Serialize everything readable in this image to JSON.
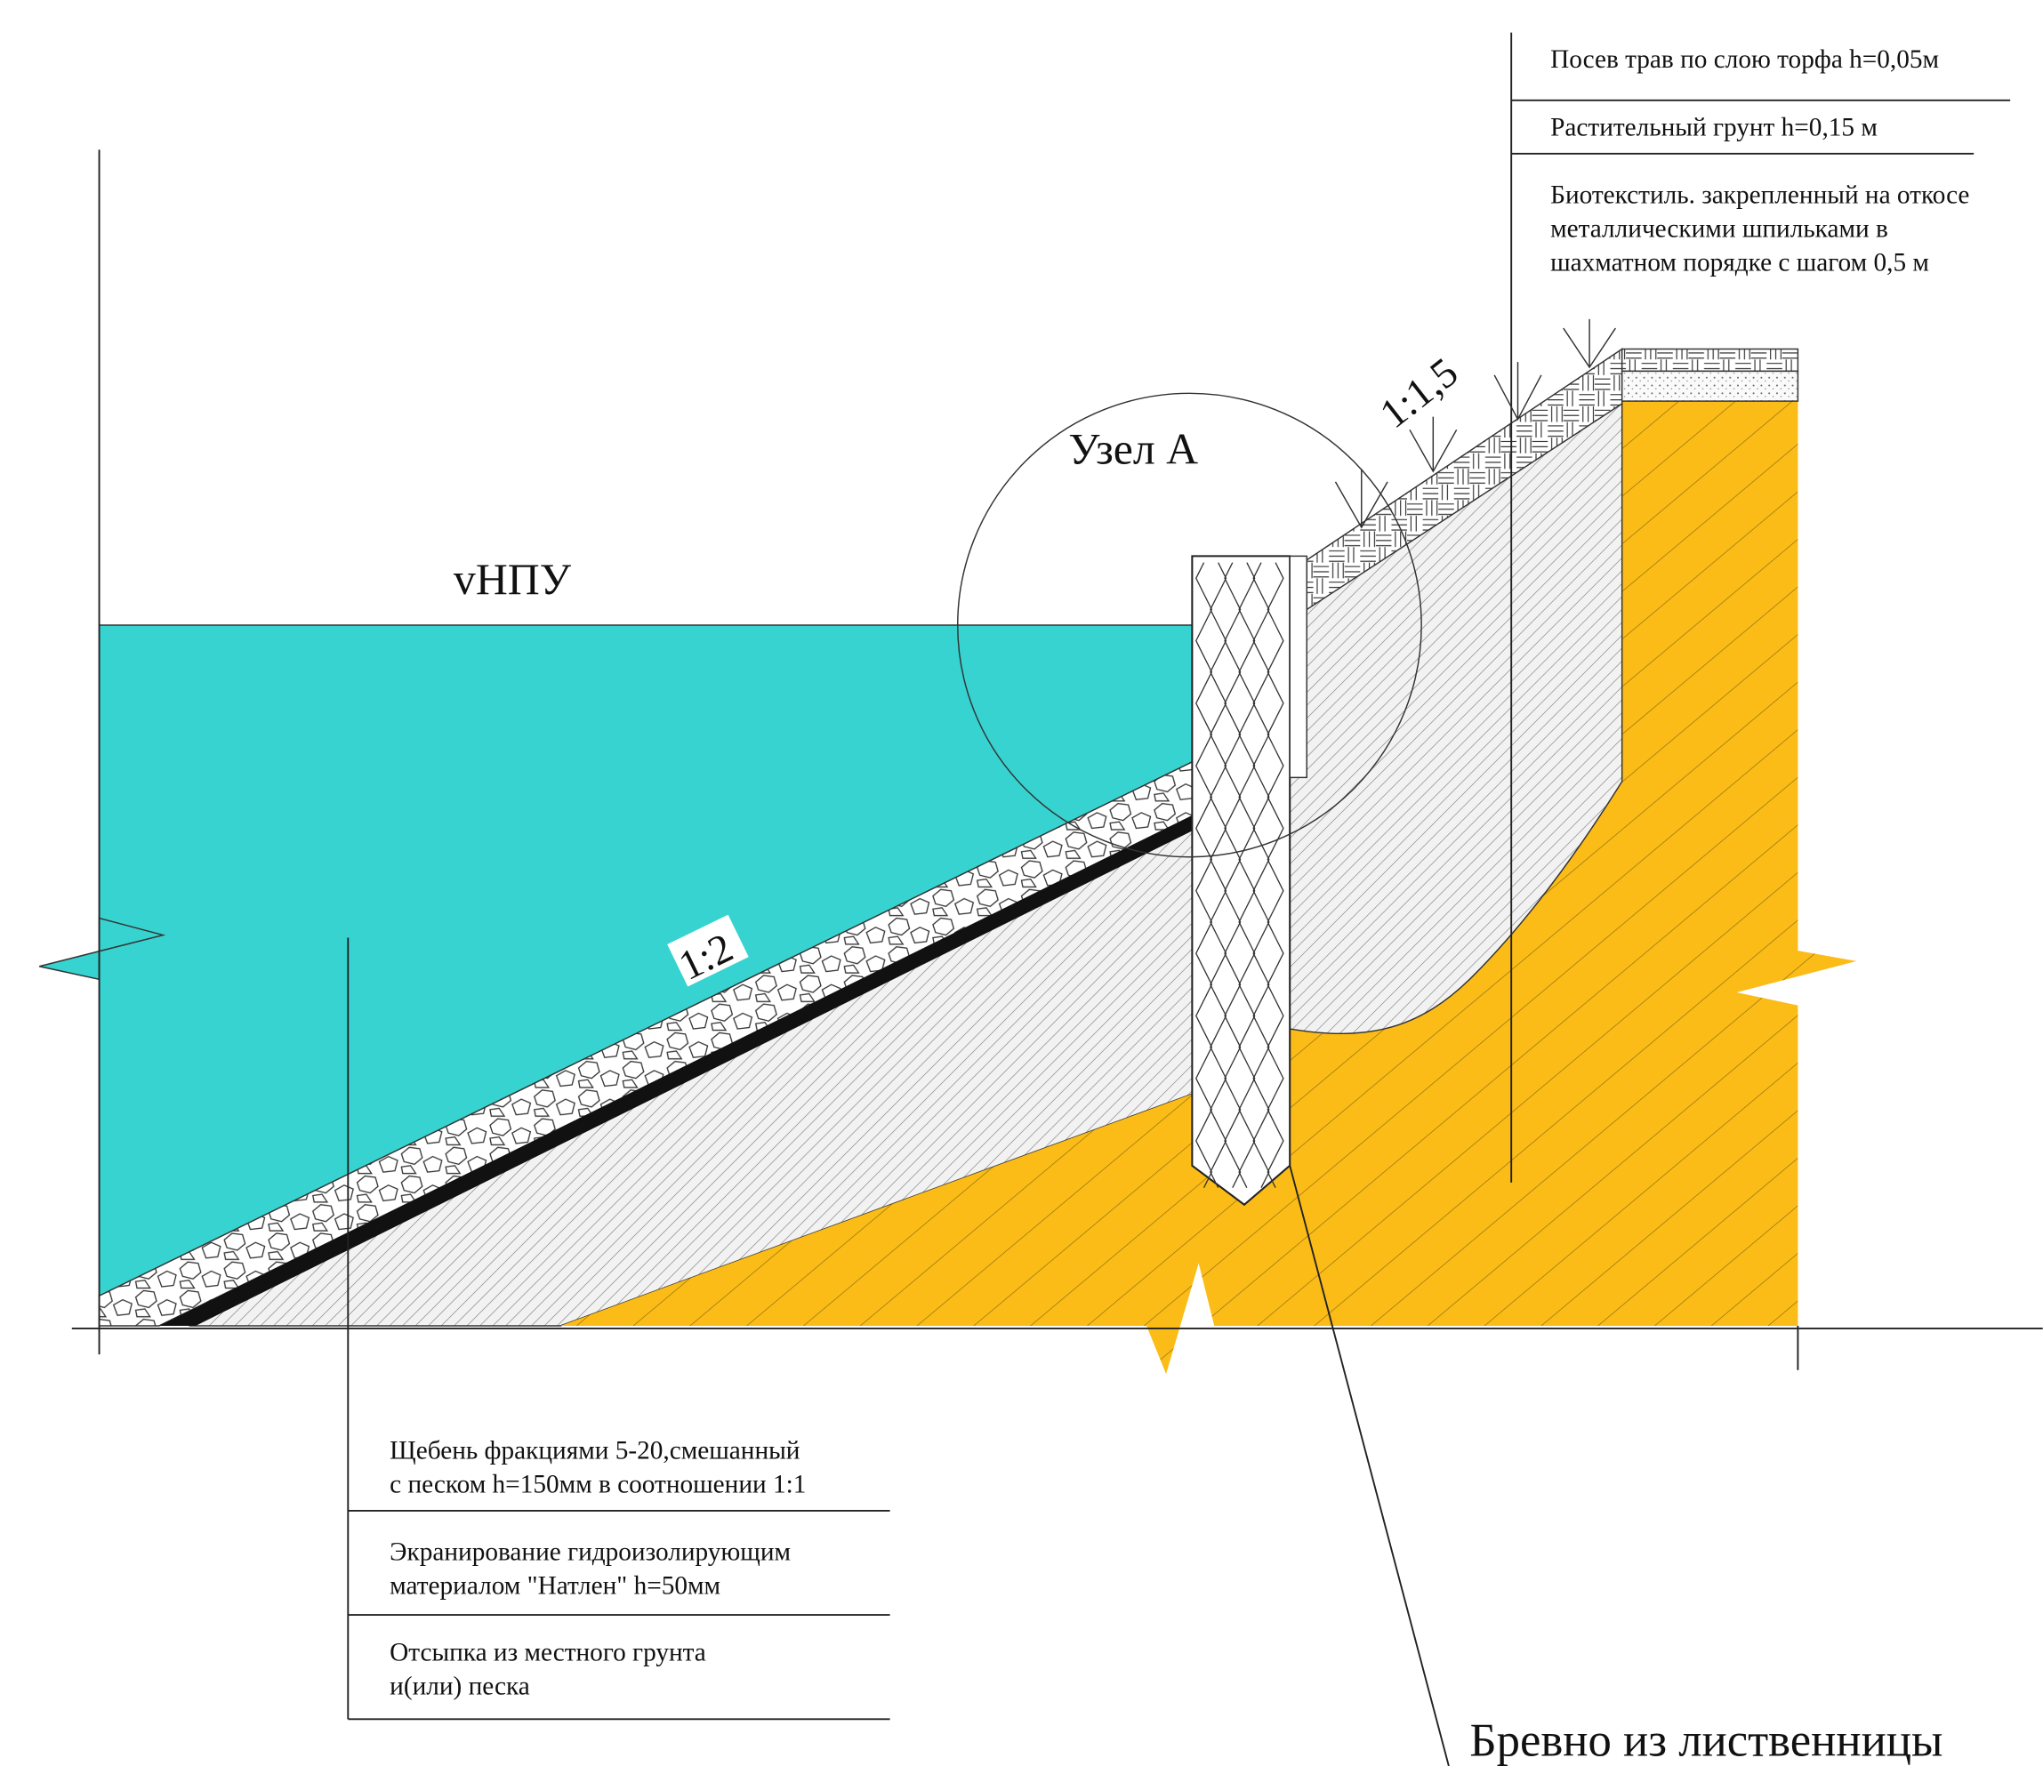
{
  "labels": {
    "water_level": "vНПУ",
    "node": "Узел А",
    "slope_left": "1:2",
    "slope_right": "1:1,5",
    "log": "Бревно из лиственницы"
  },
  "top_notes": [
    {
      "lines": [
        "Посев трав по слою торфа h=0,05м"
      ]
    },
    {
      "lines": [
        "Растительный грунт h=0,15 м"
      ]
    },
    {
      "lines": [
        "Биотекстиль. закрепленный на откосе",
        "металлическими шпильками в",
        "шахматном порядке с шагом 0,5 м"
      ]
    }
  ],
  "bottom_notes": [
    {
      "lines": [
        "Щебень фракциями 5-20,смешанный",
        "с песком h=150мм в соотношении 1:1"
      ]
    },
    {
      "lines": [
        "Экранирование гидроизолирующим",
        "материалом \"Натлен\" h=50мм"
      ]
    },
    {
      "lines": [
        "Отсыпка из местного грунта",
        "и(или) песка"
      ]
    }
  ],
  "colors": {
    "water": "#37D3D0",
    "soil": "#FBBC17",
    "liner": "#111111"
  }
}
